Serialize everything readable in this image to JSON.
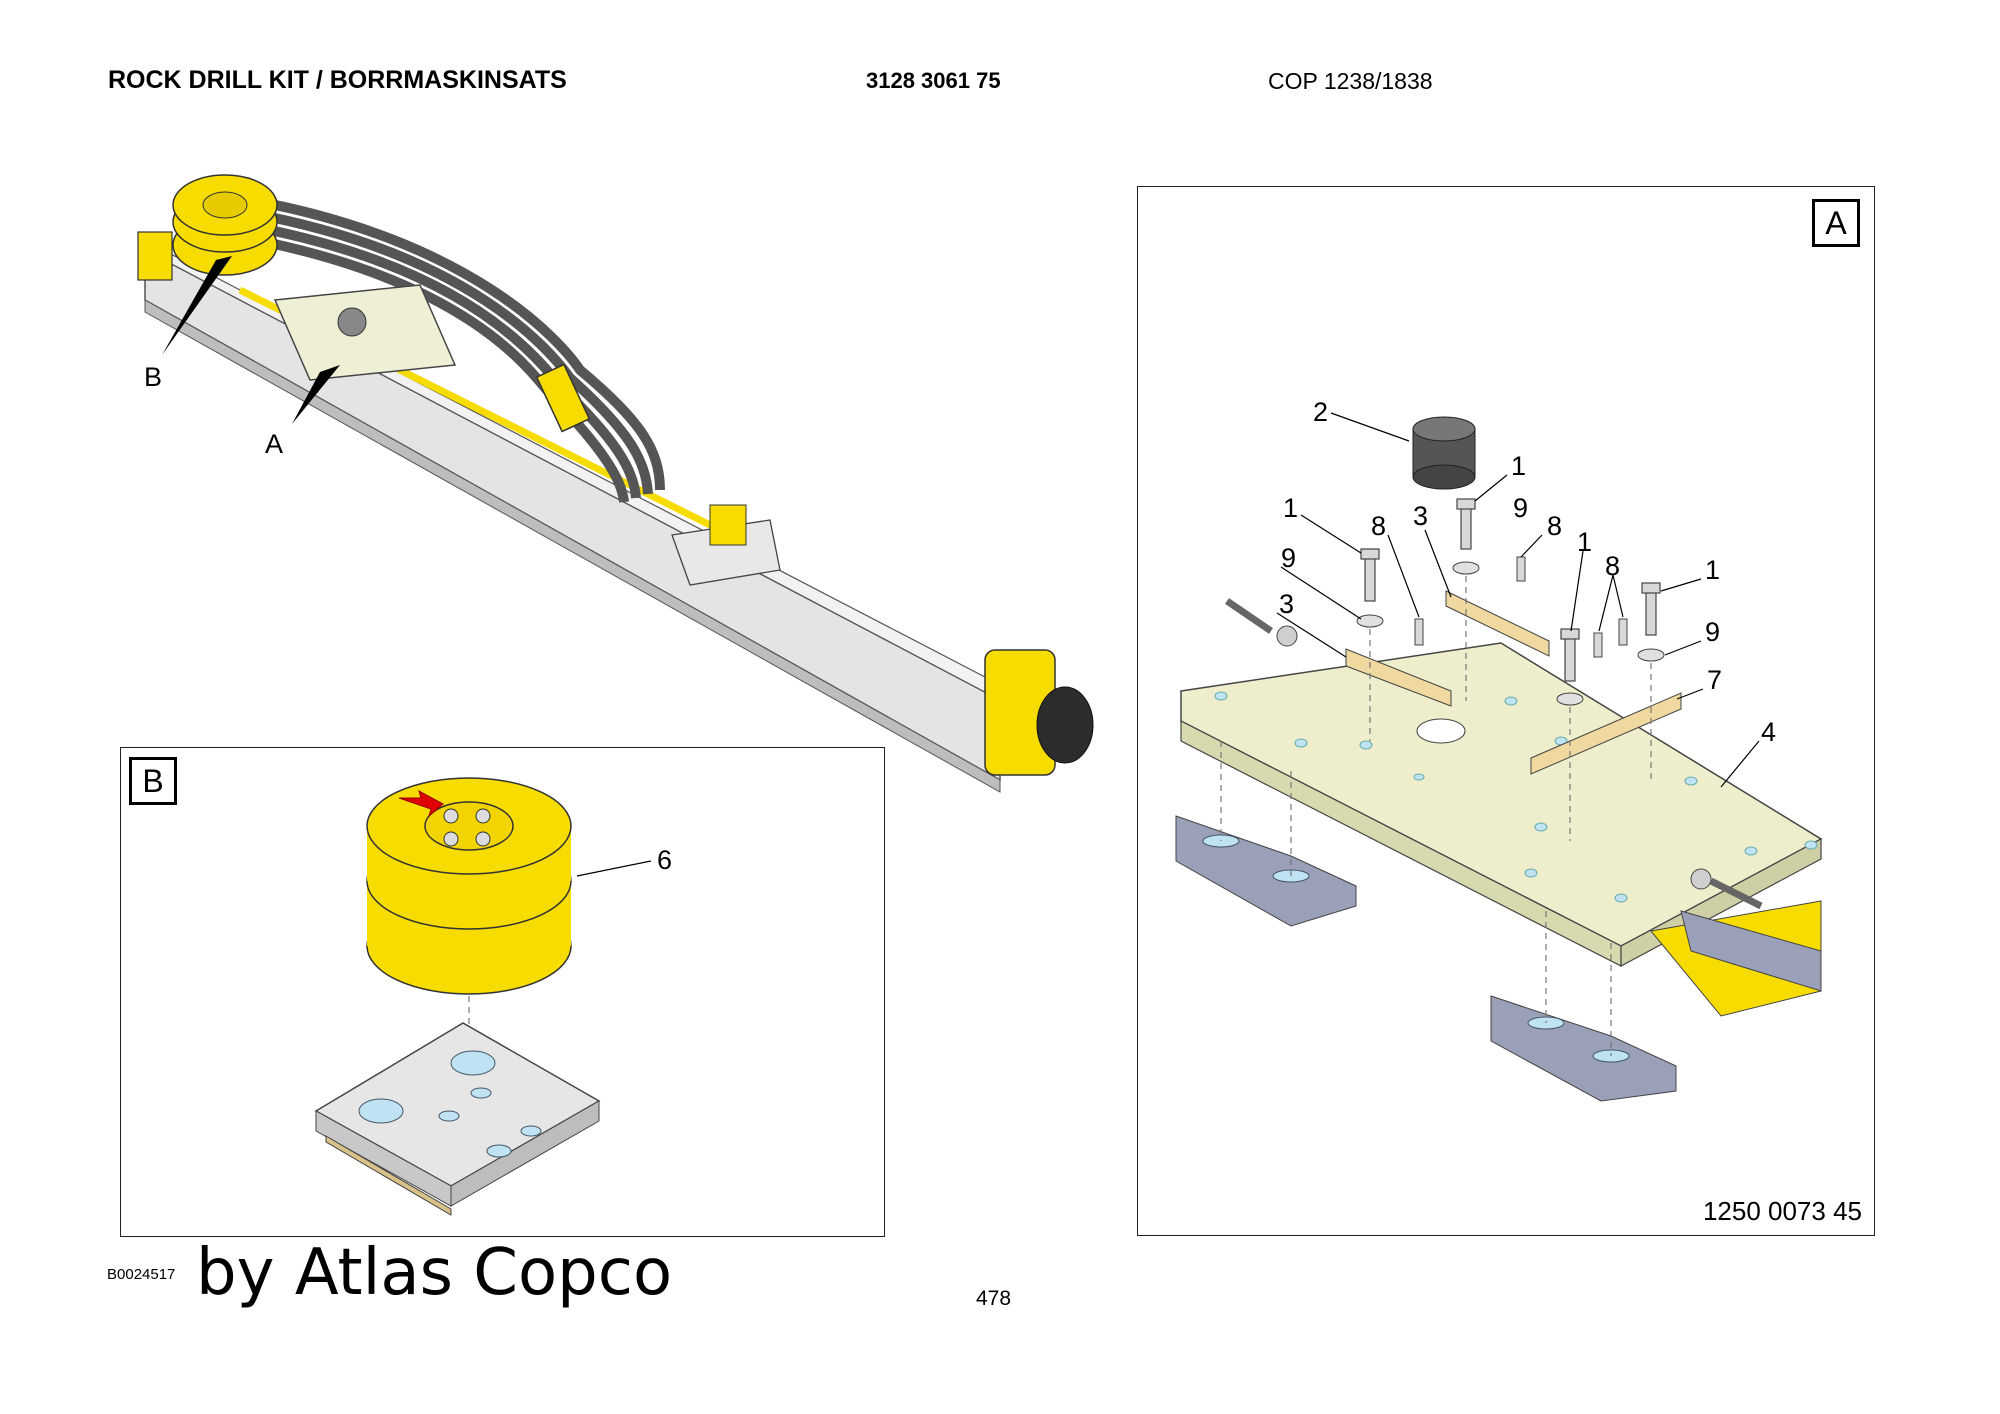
{
  "header": {
    "title": "ROCK DRILL KIT / BORRMASKINSATS",
    "kit_number": "3128 3061 75",
    "model": "COP 1238/1838"
  },
  "overview": {
    "callout_b": "B",
    "callout_a": "A"
  },
  "panel_a": {
    "tag": "A",
    "part_number": "1250 0073 45",
    "callouts": [
      "2",
      "1",
      "1",
      "8",
      "3",
      "9",
      "8",
      "1",
      "8",
      "1",
      "9",
      "3",
      "9",
      "7",
      "4"
    ]
  },
  "panel_b": {
    "tag": "B",
    "callouts": [
      "6"
    ]
  },
  "footer": {
    "drawing_id": "B0024517",
    "brand": "by Atlas Copco",
    "page": "478"
  },
  "colors": {
    "yellow": "#f6dc00",
    "plate": "#eeeecc",
    "rail": "#dcdcdc",
    "slider": "#9aa0b8",
    "wood": "#f0d9a0",
    "arrow": "#e00000"
  }
}
